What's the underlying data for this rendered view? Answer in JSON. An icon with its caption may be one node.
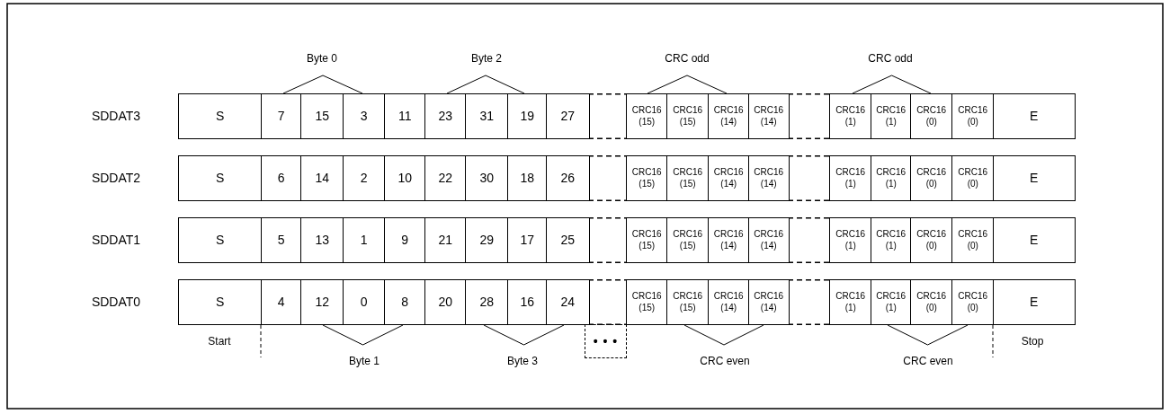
{
  "diagram": {
    "nodes": [
      {
        "text": [
          "S"
        ]
      },
      {
        "text": [
          "7"
        ]
      },
      {
        "text": [
          "15"
        ]
      },
      {
        "text": [
          "3"
        ]
      },
      {
        "text": [
          "11"
        ]
      },
      {
        "text": [
          "23"
        ]
      },
      {
        "text": [
          "31"
        ]
      },
      {
        "text": [
          "19"
        ]
      },
      {
        "text": [
          "27"
        ]
      },
      {
        "text": [
          "CRC16 (15)"
        ]
      },
      {
        "text": [
          "CRC16 (15)"
        ]
      },
      {
        "text": [
          "CRC16 (14)"
        ]
      },
      {
        "text": [
          "CRC16 (14)"
        ]
      },
      {
        "text": [
          "CRC16 (1)"
        ]
      },
      {
        "text": [
          "CRC16 (1)"
        ]
      },
      {
        "text": [
          "CRC16 (0)"
        ]
      },
      {
        "text": [
          "CRC16 (0)"
        ]
      },
      {
        "text": [
          "E"
        ]
      },
      {
        "text": [
          "S"
        ]
      },
      {
        "text": [
          "6"
        ]
      },
      {
        "text": [
          "14"
        ]
      },
      {
        "text": [
          "2"
        ]
      },
      {
        "text": [
          "10"
        ]
      },
      {
        "text": [
          "22"
        ]
      },
      {
        "text": [
          "30"
        ]
      },
      {
        "text": [
          "18"
        ]
      },
      {
        "text": [
          "26"
        ]
      },
      {
        "text": [
          "CRC16 (15)"
        ]
      },
      {
        "text": [
          "CRC16 (15)"
        ]
      },
      {
        "text": [
          "CRC16 (14)"
        ]
      },
      {
        "text": [
          "CRC16 (14)"
        ]
      },
      {
        "text": [
          "CRC16 (1)"
        ]
      },
      {
        "text": [
          "CRC16 (1)"
        ]
      },
      {
        "text": [
          "CRC16 (0)"
        ]
      },
      {
        "text": [
          "CRC16 (0)"
        ]
      },
      {
        "text": [
          "E"
        ]
      },
      {
        "text": [
          "S"
        ]
      },
      {
        "text": [
          "5"
        ]
      },
      {
        "text": [
          "13"
        ]
      },
      {
        "text": [
          "1"
        ]
      },
      {
        "text": [
          "9"
        ]
      },
      {
        "text": [
          "21"
        ]
      },
      {
        "text": [
          "29"
        ]
      },
      {
        "text": [
          "17"
        ]
      },
      {
        "text": [
          "25"
        ]
      },
      {
        "text": [
          "CRC16 (15)"
        ]
      },
      {
        "text": [
          "CRC16 (15)"
        ]
      },
      {
        "text": [
          "CRC16 (14)"
        ]
      },
      {
        "text": [
          "CRC16 (14)"
        ]
      },
      {
        "text": [
          "CRC16 (1)"
        ]
      },
      {
        "text": [
          "CRC16 (1)"
        ]
      },
      {
        "text": [
          "CRC16 (0)"
        ]
      },
      {
        "text": [
          "CRC16 (0)"
        ]
      },
      {
        "text": [
          "E"
        ]
      },
      {
        "text": [
          "S"
        ]
      },
      {
        "text": [
          "4"
        ]
      },
      {
        "text": [
          "12"
        ]
      },
      {
        "text": [
          "0"
        ]
      },
      {
        "text": [
          "8"
        ]
      },
      {
        "text": [
          "20"
        ]
      },
      {
        "text": [
          "28"
        ]
      },
      {
        "text": [
          "16"
        ]
      },
      {
        "text": [
          "24"
        ]
      },
      {
        "text": [
          "CRC16 (15)"
        ]
      },
      {
        "text": [
          "CRC16 (15)"
        ]
      },
      {
        "text": [
          "CRC16 (14)"
        ]
      },
      {
        "text": [
          "CRC16 (14)"
        ]
      },
      {
        "text": [
          "CRC16 (1)"
        ]
      },
      {
        "text": [
          "CRC16 (1)"
        ]
      },
      {
        "text": [
          "CRC16 (0)"
        ]
      },
      {
        "text": [
          "CRC16 (0)"
        ]
      },
      {
        "text": [
          "E"
        ]
      },
      {
        "text": [
          "• • •"
        ]
      }
    ],
    "labels": [
      "Byte 0",
      "Byte 2",
      "CRC odd",
      "CRC odd",
      "SDDAT3",
      "SDDAT2",
      "SDDAT1",
      "SDDAT0",
      "Start",
      "Byte 1",
      "Byte 3",
      "CRC even",
      "CRC even",
      "Stop"
    ]
  }
}
